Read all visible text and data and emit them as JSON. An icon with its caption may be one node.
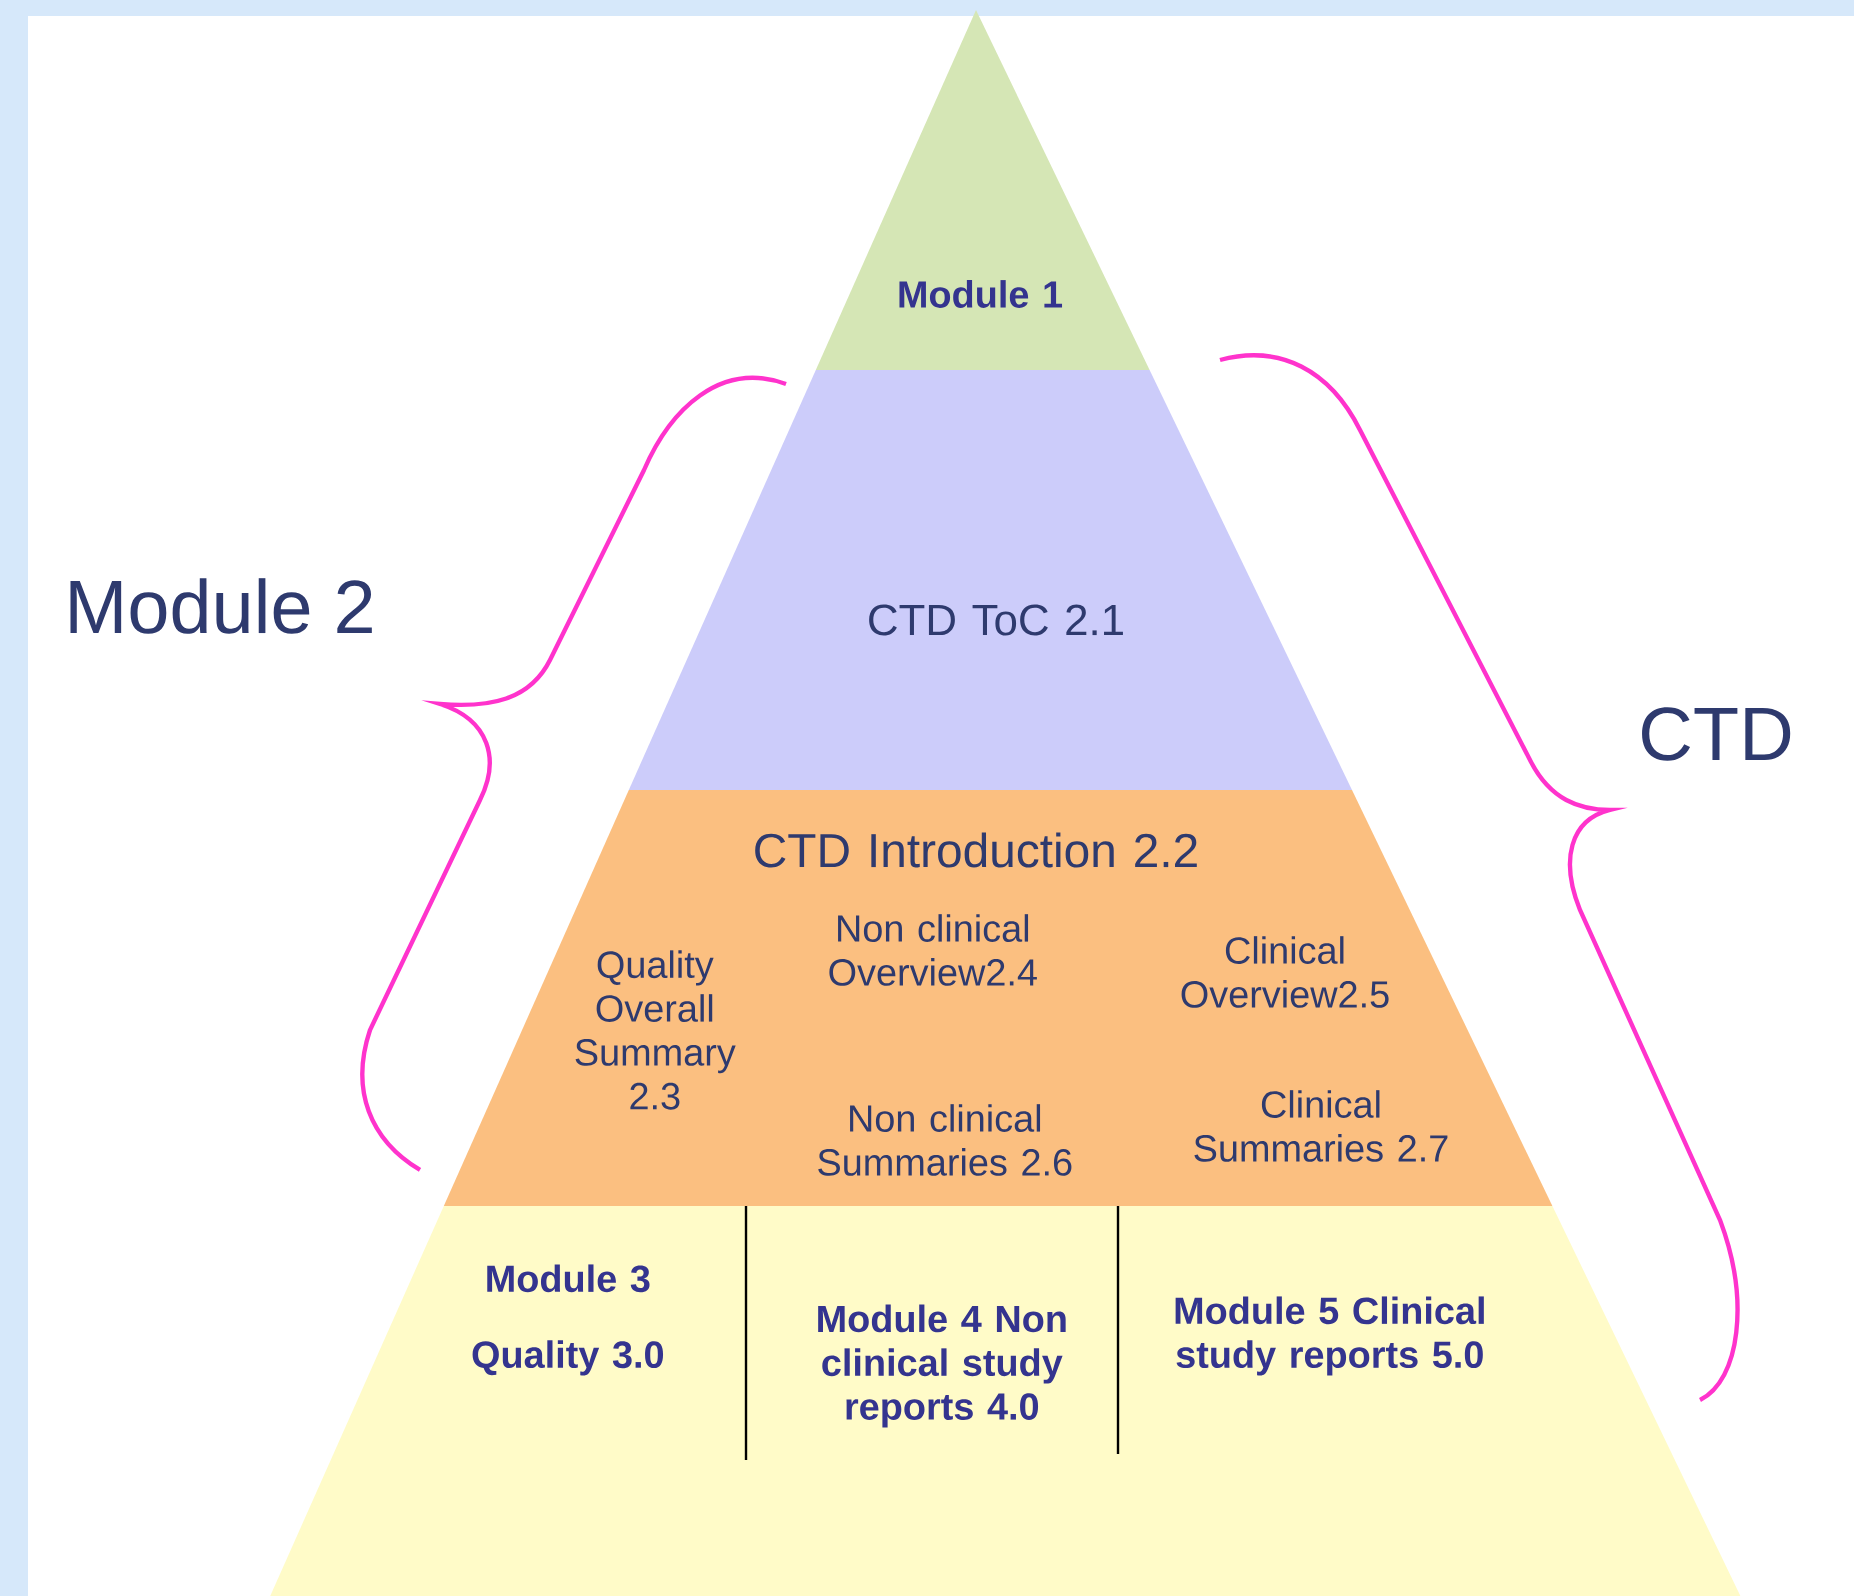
{
  "diagram": {
    "nodes": [
      {
        "text": [
          "Module 1"
        ]
      },
      {
        "text": [
          "CTD ToC 2.1"
        ]
      },
      {
        "text": [
          "CTD Introduction 2.2"
        ]
      },
      {
        "text": [
          "Quality Overall Summary 2.3"
        ],
        "in": 2
      },
      {
        "text": [
          "Non clinical Overview2.4"
        ],
        "in": 2
      },
      {
        "text": [
          "Clinical Overview2.5"
        ],
        "in": 2
      },
      {
        "text": [
          "Non clinical Summaries 2.6"
        ],
        "in": 2
      },
      {
        "text": [
          "Clinical Summaries 2.7"
        ],
        "in": 2
      },
      {
        "text": [],
        "shape": "trapezoid"
      },
      {
        "text": [
          "Module 3",
          "Quality 3.0"
        ],
        "in": 8
      },
      {
        "text": [
          "Module 4 Non clinical study reports 4.0"
        ],
        "in": 8
      },
      {
        "text": [
          "Module 5 Clinical study reports 5.0"
        ],
        "in": 8
      }
    ],
    "labels": [
      "Module 2",
      "CTD"
    ]
  }
}
